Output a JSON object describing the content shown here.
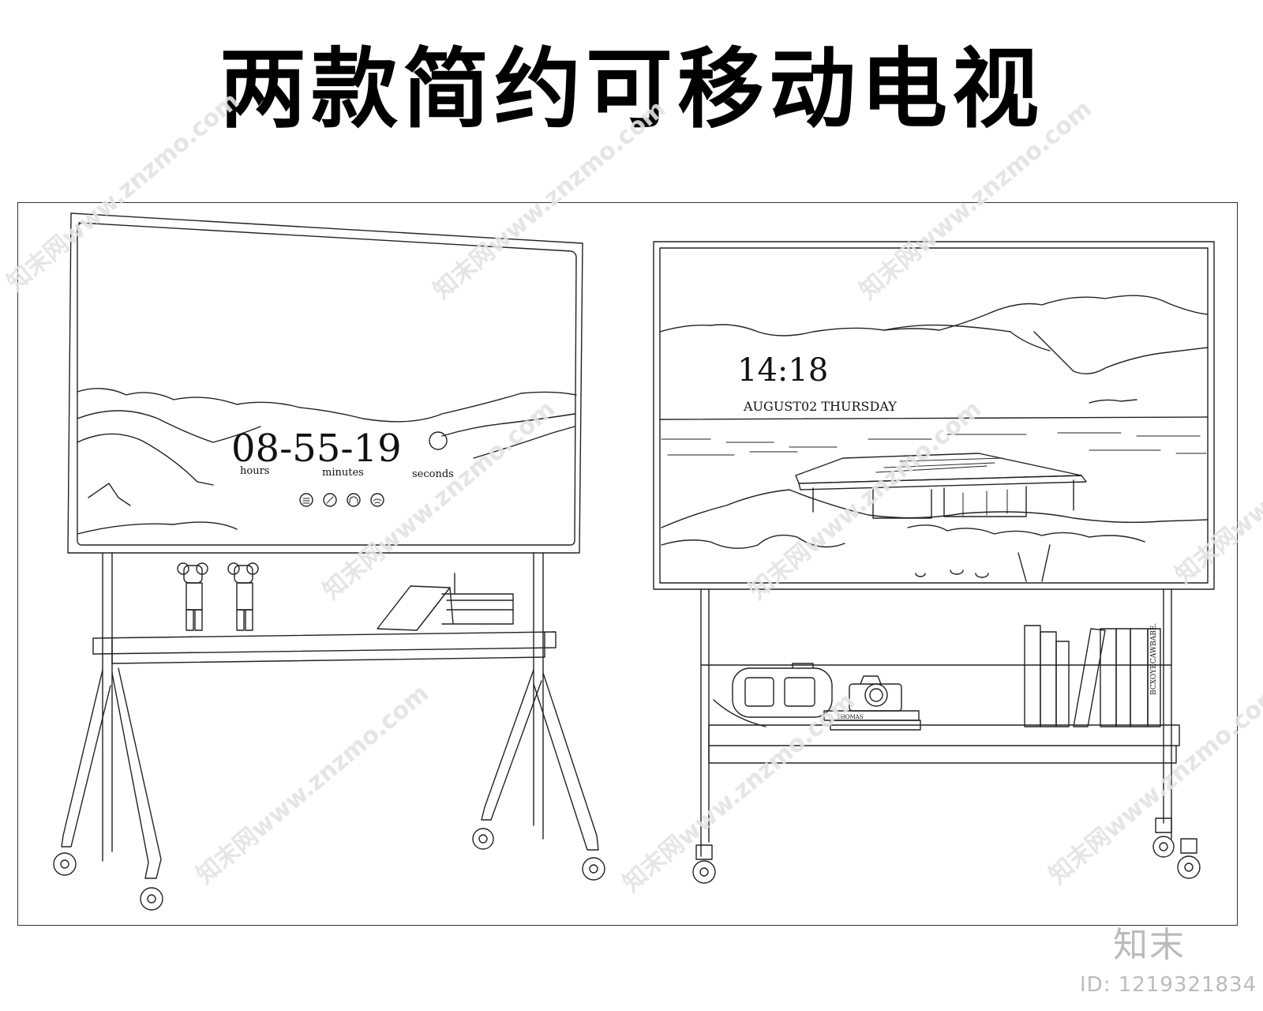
{
  "title": "两款简约可移动电视",
  "left_tv": {
    "clock": "08-55-19",
    "unit_hours": "hours",
    "unit_minutes": "minutes",
    "unit_seconds": "seconds",
    "icons": [
      "menu-icon",
      "pen-icon",
      "headphones-icon",
      "wifi-icon"
    ]
  },
  "right_tv": {
    "clock": "14:18",
    "date": "AUGUST02 THURSDAY",
    "book_spine": "BCXOYECAWBABE.",
    "box_label": "THOMAS"
  },
  "watermark": "知末网www.znzmo.com",
  "brand": "知末",
  "id_text": "ID: 1219321834"
}
